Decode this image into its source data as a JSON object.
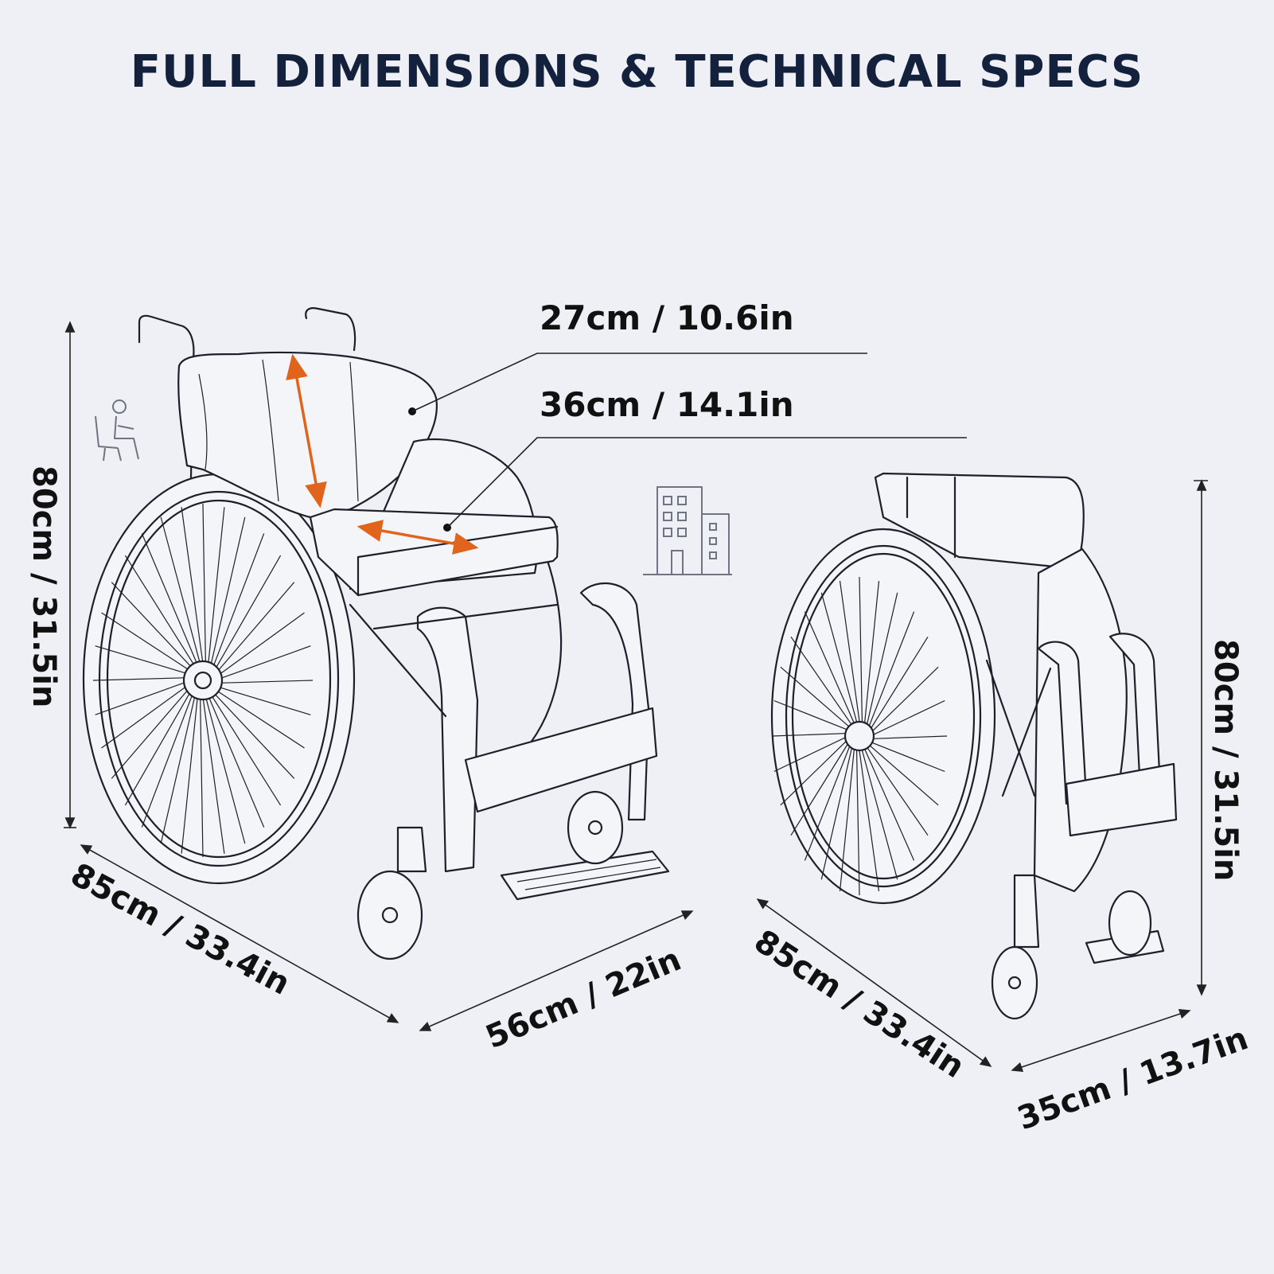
{
  "title": "FULL DIMENSIONS & TECHNICAL SPECS",
  "labels": {
    "backrest_height": "27cm / 10.6in",
    "seat_width": "36cm / 14.1in",
    "open_height": "80cm / 31.5in",
    "open_length": "85cm / 33.4in",
    "open_width": "56cm / 22in",
    "folded_height": "80cm / 31.5in",
    "folded_length": "85cm / 33.4in",
    "folded_width": "35cm / 13.7in"
  },
  "icons": [
    "seated-person-icon",
    "building-icon"
  ],
  "colors": {
    "title": "#14213d",
    "accent": "#e0641c",
    "background": "#eef0f5"
  }
}
